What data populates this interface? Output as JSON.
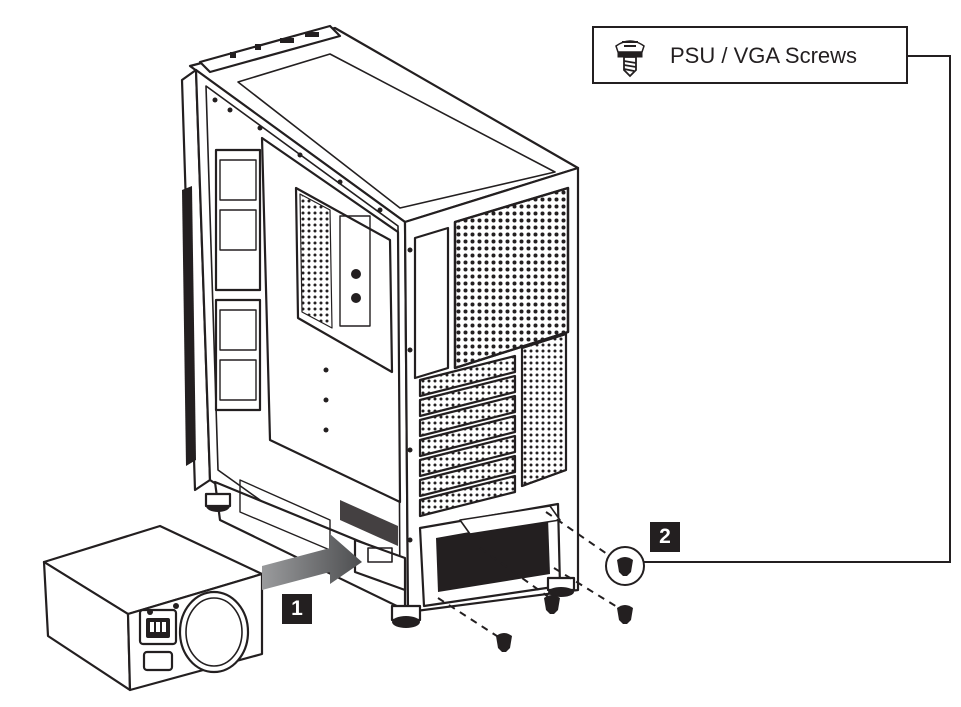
{
  "callout": {
    "label": "PSU / VGA Screws",
    "icon": "screw-icon"
  },
  "steps": [
    {
      "label": "1"
    },
    {
      "label": "2"
    }
  ],
  "colors": {
    "line": "#231f20",
    "arrow": "#6d6e71",
    "background": "#ffffff"
  }
}
